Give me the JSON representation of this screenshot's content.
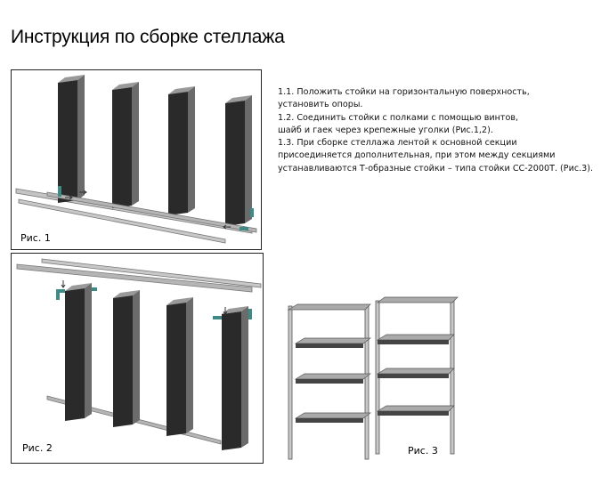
{
  "page": {
    "title": "Инструкция по сборке стеллажа"
  },
  "figures": {
    "fig1_caption": "Рис. 1",
    "fig2_caption": "Рис. 2",
    "fig3_caption": "Рис. 3"
  },
  "instructions": {
    "lines": [
      "1.1. Положить стойки на горизонтальную поверхность,",
      "установить опоры.",
      "1.2. Соединить стойки с полками с помощью винтов,",
      "шайб и гаек через крепежные уголки (Рис.1,2).",
      "1.3. При сборке стеллажа лентой к основной секции",
      "присоединяется дополнительная, при этом между секциями",
      "устанавливаются Т-образные стойки – типа стойки СС-2000Т. (Рис.3)."
    ]
  },
  "colors": {
    "panel": "#2a2a2a",
    "panel_edge": "#8a8a8a",
    "rail": "#b5b5b5",
    "bracket": "#3d8a86",
    "frame": "#222222"
  }
}
